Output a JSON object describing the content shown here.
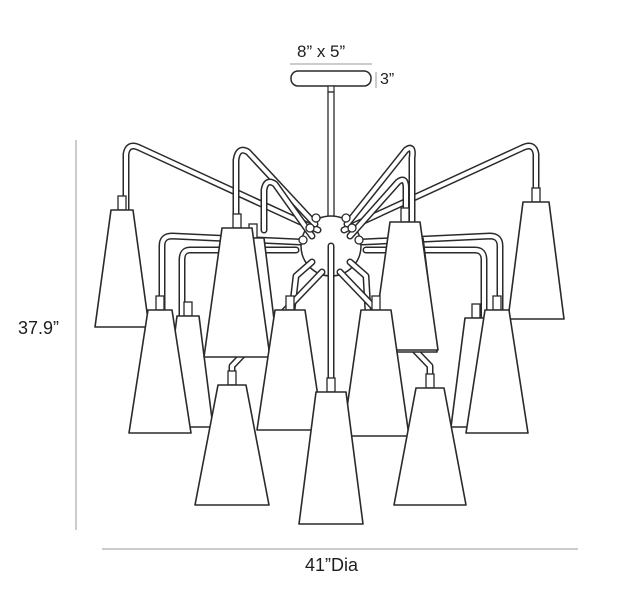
{
  "dimensions": {
    "canopy_size": "8” x 5”",
    "canopy_height": "3”",
    "overall_height": "37.9”",
    "overall_diameter": "41”Dia"
  },
  "colors": {
    "line": "#2a2a2a",
    "dimension_line": "#9a9a9a",
    "background": "#ffffff"
  }
}
